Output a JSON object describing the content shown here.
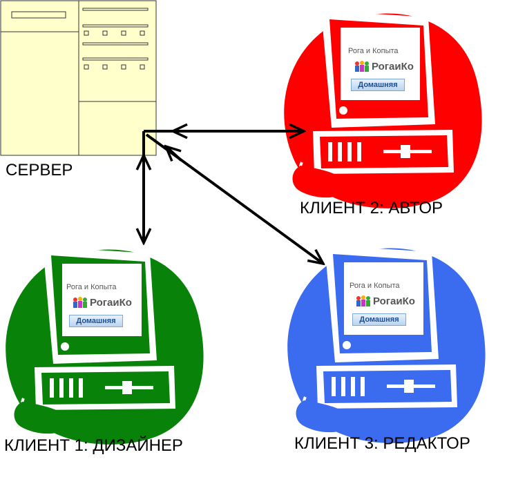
{
  "nodes": {
    "server": {
      "label": "СЕРВЕР"
    },
    "client1": {
      "label": "КЛИЕНТ 1: ДИЗАЙНЕР",
      "color": "#098209"
    },
    "client2": {
      "label": "КЛИЕНТ 2: АВТОР",
      "color": "#ff0000"
    },
    "client3": {
      "label": "КЛИЕНТ 3: РЕДАКТОР",
      "color": "#3b6bef"
    }
  },
  "screen": {
    "company_name": "Рога и Копыта",
    "logo_text": "РогаиКо",
    "home_tab": "Домашняя"
  },
  "colors": {
    "server_fill": "#ffffcc",
    "server_border": "#333333",
    "connector": "#000000"
  }
}
